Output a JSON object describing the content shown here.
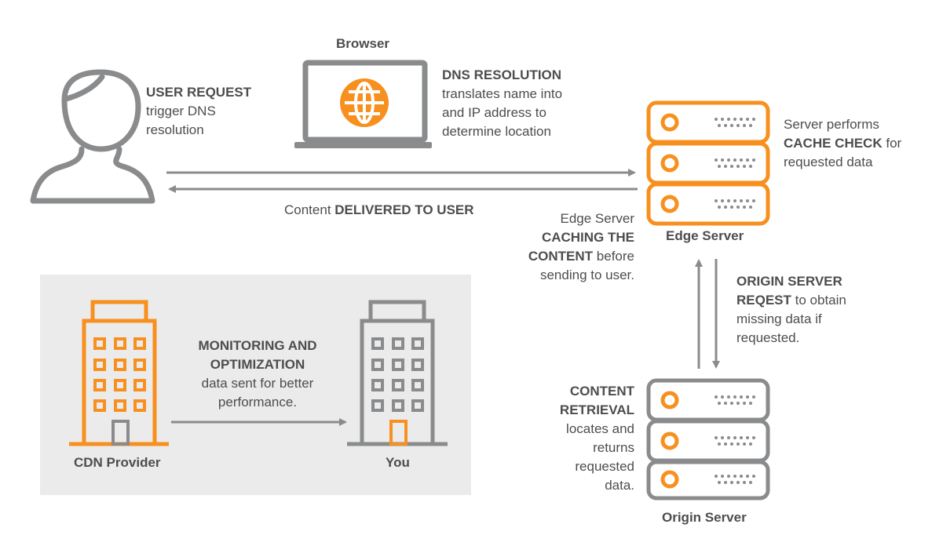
{
  "colors": {
    "orange": "#f7901e",
    "gray": "#8a8b8d",
    "text": "#4d4d4f",
    "panel": "#ebebeb"
  },
  "icons": {
    "user": "user-icon",
    "browser": "laptop-globe-icon",
    "edge_server": "server-stack-icon",
    "origin_server": "server-stack-icon",
    "cdn_provider": "building-icon",
    "you": "building-icon"
  },
  "user_request": {
    "title": "USER REQUEST",
    "line1": "trigger DNS",
    "line2": "resolution"
  },
  "browser": {
    "label": "Browser"
  },
  "dns": {
    "title": "DNS RESOLUTION",
    "line1": "translates name into",
    "line2": "and IP address to",
    "line3": "determine location"
  },
  "cache_check": {
    "line1": "Server performs",
    "bold": "CACHE CHECK",
    "after": " for",
    "line3": "requested data"
  },
  "delivered": {
    "prefix": "Content ",
    "bold": "DELIVERED TO USER"
  },
  "edge_caching": {
    "line1": "Edge Server",
    "bold1": "CACHING THE",
    "bold2": "CONTENT",
    "after": " before",
    "line4": "sending to user."
  },
  "edge_server": {
    "label": "Edge Server"
  },
  "origin_request": {
    "bold1": "ORIGIN SERVER",
    "bold2": "REQEST",
    "after": " to obtain",
    "line3": "missing data if",
    "line4": "requested."
  },
  "content_retrieval": {
    "bold1": "CONTENT",
    "bold2": "RETRIEVAL",
    "line3": "locates and",
    "line4": "returns",
    "line5": "requested",
    "line6": "data."
  },
  "origin_server": {
    "label": "Origin Server"
  },
  "monitoring": {
    "bold1": "MONITORING AND",
    "bold2": "OPTIMIZATION",
    "line3": "data sent for better",
    "line4": "performance."
  },
  "cdn_provider": {
    "label": "CDN Provider"
  },
  "you": {
    "label": "You"
  }
}
